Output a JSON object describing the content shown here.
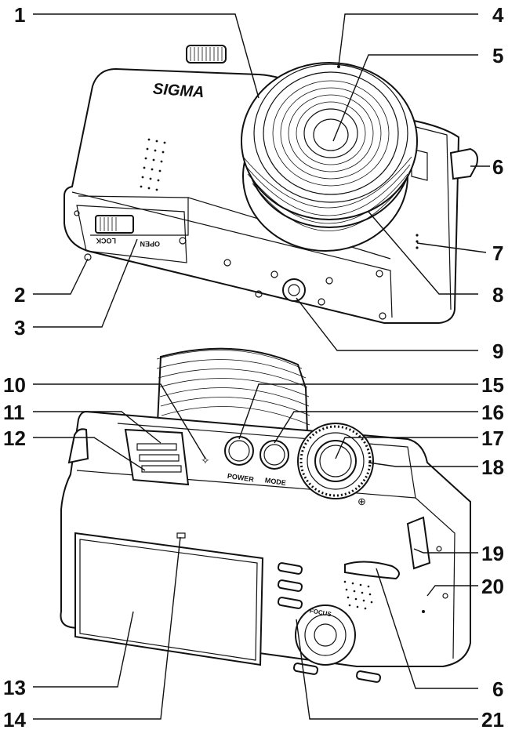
{
  "brand_logo": "SIGMA",
  "body_labels": {
    "power": "POWER",
    "mode": "MODE",
    "lock": "LOCK",
    "open": "OPEN",
    "focus": "FOCUS"
  },
  "callouts": [
    {
      "id": "c1",
      "number": "1"
    },
    {
      "id": "c2",
      "number": "2"
    },
    {
      "id": "c3",
      "number": "3"
    },
    {
      "id": "c4",
      "number": "4"
    },
    {
      "id": "c5",
      "number": "5"
    },
    {
      "id": "c6a",
      "number": "6"
    },
    {
      "id": "c7",
      "number": "7"
    },
    {
      "id": "c8",
      "number": "8"
    },
    {
      "id": "c9",
      "number": "9"
    },
    {
      "id": "c10",
      "number": "10"
    },
    {
      "id": "c11",
      "number": "11"
    },
    {
      "id": "c12",
      "number": "12"
    },
    {
      "id": "c13",
      "number": "13"
    },
    {
      "id": "c14",
      "number": "14"
    },
    {
      "id": "c15",
      "number": "15"
    },
    {
      "id": "c16",
      "number": "16"
    },
    {
      "id": "c17",
      "number": "17"
    },
    {
      "id": "c18",
      "number": "18"
    },
    {
      "id": "c19",
      "number": "19"
    },
    {
      "id": "c20",
      "number": "20"
    },
    {
      "id": "c6b",
      "number": "6"
    },
    {
      "id": "c21",
      "number": "21"
    }
  ]
}
